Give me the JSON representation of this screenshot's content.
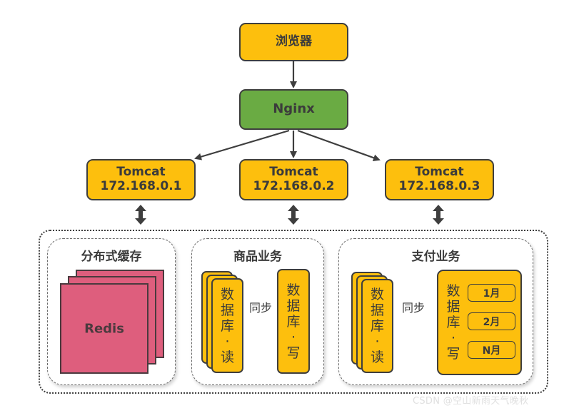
{
  "diagram": {
    "browser": {
      "label": "浏览器"
    },
    "nginx": {
      "label": "Nginx"
    },
    "tomcats": [
      {
        "name": "Tomcat",
        "ip": "172.168.0.1"
      },
      {
        "name": "Tomcat",
        "ip": "172.168.0.2"
      },
      {
        "name": "Tomcat",
        "ip": "172.168.0.3"
      }
    ],
    "panels": {
      "cache": {
        "title": "分布式缓存",
        "redis_label": "Redis"
      },
      "goods": {
        "title": "商品业务",
        "read_db": [
          "数",
          "据",
          "库",
          "·",
          "读"
        ],
        "write_db": [
          "数",
          "据",
          "库",
          "·",
          "写"
        ],
        "sync_label": "同步"
      },
      "payment": {
        "title": "支付业务",
        "read_db": [
          "数",
          "据",
          "库",
          "·",
          "读"
        ],
        "write_db": [
          "数",
          "据",
          "库",
          "·",
          "写"
        ],
        "sync_label": "同步",
        "partitions": [
          "1月",
          "2月",
          "N月"
        ]
      }
    },
    "colors": {
      "yellow": "#fdbf0d",
      "green": "#6aab43",
      "redis": "#de5e7d",
      "outline": "#3e3e3e"
    }
  },
  "watermark": "CSDN @空山新雨天气晚秋"
}
